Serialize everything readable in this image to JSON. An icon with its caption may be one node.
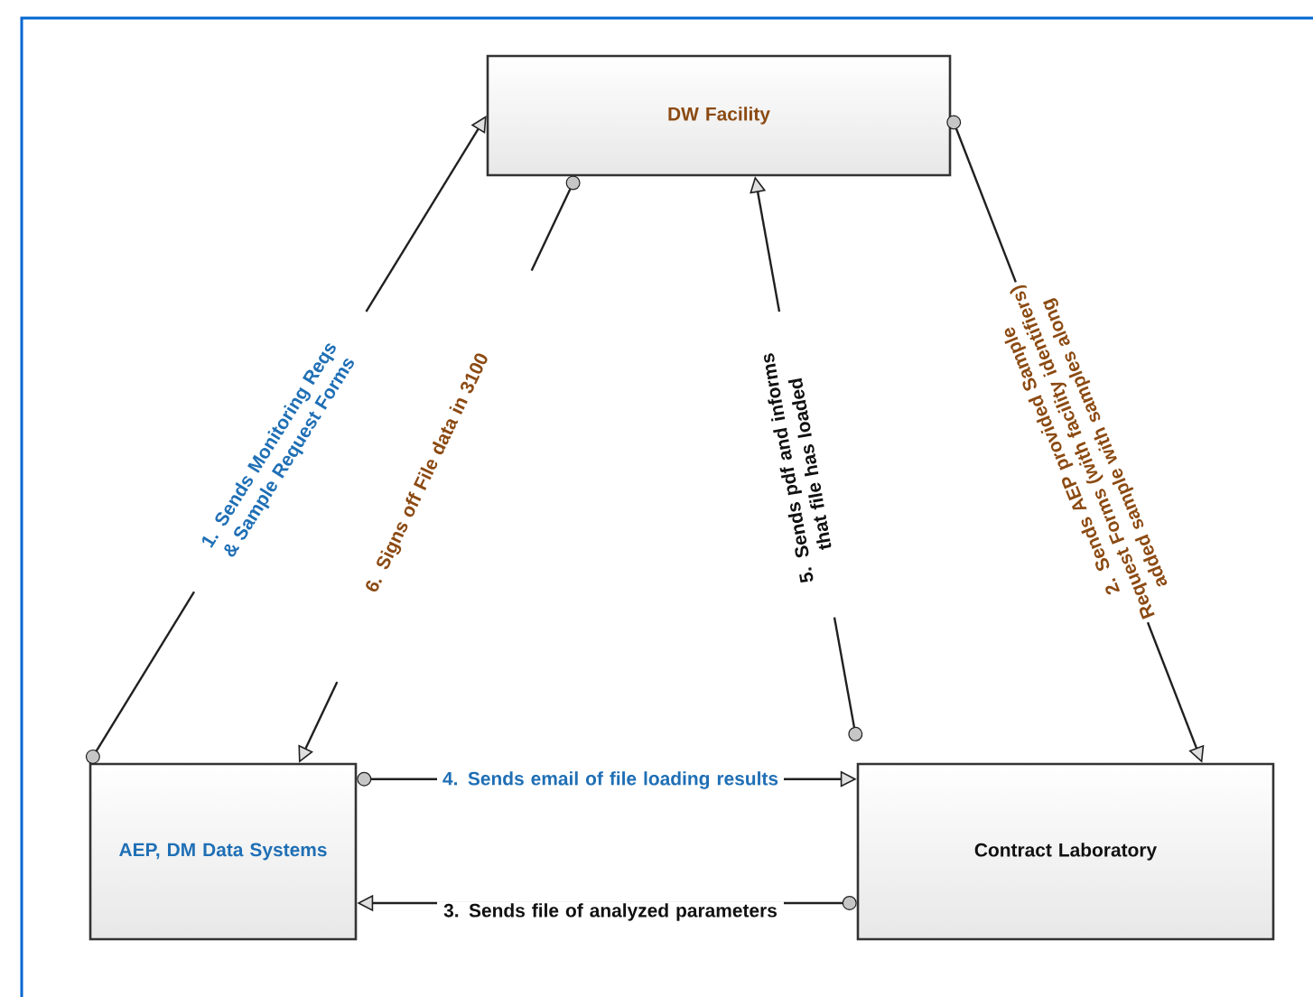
{
  "diagram": {
    "nodes": [
      {
        "text": [
          "DW Facility"
        ]
      },
      {
        "text": [
          "AEP, DM Data Systems"
        ]
      },
      {
        "text": [
          "Contract Laboratory"
        ]
      }
    ],
    "edges": [
      {
        "from": 1,
        "to": 0,
        "arrow": "to",
        "label": "1. Sends Monitoring Reqs & Sample Request Forms"
      },
      {
        "from": 0,
        "to": 2,
        "arrow": "to",
        "label": "2. Sends AEP provided Sample Request Forms (with facility identifiers) added sample with samples along"
      },
      {
        "from": 2,
        "to": 1,
        "arrow": "to",
        "label": "3. Sends file of analyzed parameters"
      },
      {
        "from": 1,
        "to": 2,
        "arrow": "to",
        "label": "4. Sends email of file loading results"
      },
      {
        "from": 2,
        "to": 0,
        "arrow": "to",
        "label": "5. Sends pdf and informs that file has loaded"
      },
      {
        "from": 0,
        "to": 1,
        "arrow": "to",
        "label": "6. Signs off File data in 3100"
      }
    ]
  }
}
